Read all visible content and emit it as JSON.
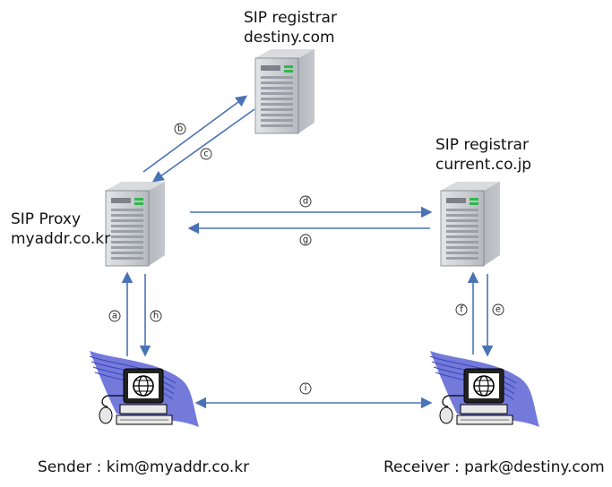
{
  "nodes": {
    "registrar_destiny": {
      "line1": "SIP registrar",
      "line2": "destiny.com"
    },
    "registrar_current": {
      "line1": "SIP registrar",
      "line2": "current.co.jp"
    },
    "proxy": {
      "line1": "SIP Proxy",
      "line2": "myaddr.co.kr"
    },
    "sender": {
      "label": "Sender : kim@myaddr.co.kr"
    },
    "receiver": {
      "label": "Receiver : park@destiny.com"
    }
  },
  "steps": {
    "a": "a",
    "b": "b",
    "c": "c",
    "d": "d",
    "e": "e",
    "f": "f",
    "g": "g",
    "h": "h",
    "i": "i"
  },
  "colors": {
    "arrow": "#4a73b5",
    "server_body": "#a7abb1",
    "server_front": "#d6d9de",
    "wave": "#4a56c8"
  }
}
